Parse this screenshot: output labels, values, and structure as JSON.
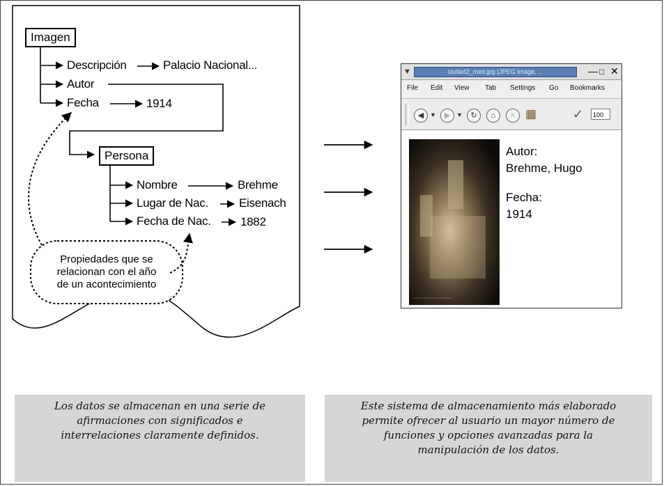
{
  "tree": {
    "root": "Imagen",
    "descripcion": "Descripción",
    "descripcion_value": "Palacio Nacional...",
    "autor": "Autor",
    "fecha": "Fecha",
    "fecha_value": "1914",
    "persona": "Persona",
    "nombre": "Nombre",
    "nombre_value": "Brehme",
    "lugar": "Lugar de Nac.",
    "lugar_value": "Eisenach",
    "fecha_nac": "Fecha de Nac.",
    "fecha_nac_value": "1882",
    "note_lines": [
      "Propiedades que se",
      "relacionan con el año",
      "de un acontecimiento"
    ]
  },
  "window": {
    "title": "ciudad2_med.jpg (JPEG Image, ...",
    "menu": [
      "File",
      "Edit",
      "View",
      "Tab",
      "Settings",
      "Go",
      "Bookmarks"
    ],
    "zoom": "100",
    "autor_label": "Autor:",
    "autor_value": "Brehme, Hugo",
    "fecha_label": "Fecha:",
    "fecha_value": "1914"
  },
  "captions": {
    "left": [
      "Los datos se almacenan en una serie de",
      "afirmaciones con significados e",
      "interrelaciones claramente definidos."
    ],
    "right": [
      "Este sistema de almacenamiento más elaborado",
      "permite ofrecer al usuario un mayor número de",
      "funciones y opciones avanzadas para la",
      "manipulación de los datos."
    ]
  },
  "icons": {
    "window_controls": [
      "minimize-icon",
      "maximize-icon",
      "close-icon"
    ],
    "toolbar": [
      "back-icon",
      "forward-icon",
      "reload-icon",
      "home-icon",
      "stop-icon",
      "bookmark-icon",
      "zoom-icon"
    ]
  }
}
